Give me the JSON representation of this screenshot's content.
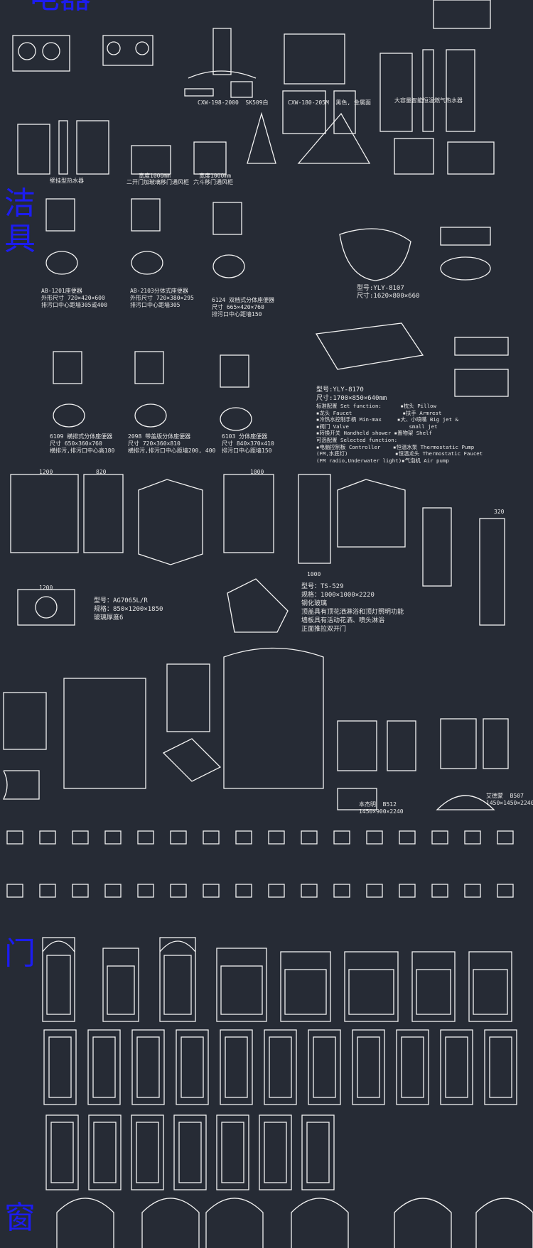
{
  "sections": {
    "appliances": "电器",
    "sanitary": "洁具",
    "doors": "门",
    "windows": "窗"
  },
  "appliances": {
    "hood1": "CXW-198-2000  SK509白",
    "hood2": "CXW-180-205M  黑色, 金属面",
    "water_heater": "大容量智能恒温燃气热水器",
    "wall_heater": "壁挂型热水器",
    "cabinet1_size": "宽度1000mm",
    "cabinet1": "二开门加玻璃移门通风柜",
    "cabinet2_size": "宽度1000mm",
    "cabinet2": "六斗移门通风柜"
  },
  "sanitary": {
    "toilet1": "AB-1201座便器\n外形尺寸 720×420×600\n排污口中心距墙305或400",
    "toilet2": "AB-2103分体式座便器\n外形尺寸 720×380×295\n排污口中心距墙305",
    "toilet3": "6124 双档式分体座便器\n尺寸 665×420×760\n排污口中心距墙150",
    "bath1_model": "型号:YLY-8107",
    "bath1_size": "尺寸:1620×800×660",
    "toilet4": "6109 横排式分体座便器\n尺寸 650×360×760\n横排污,排污口中心高180",
    "toilet5": "2098 带盖版分体座便器\n尺寸 720×360×810\n横排污,排污口中心距墙200, 400",
    "toilet6": "6103 分体座便器\n尺寸 840×370×410\n排污口中心距墙150",
    "bath2_model": "型号:YLY-8170",
    "bath2_size": "尺寸:1700×850×640mm",
    "bath2_features": "标准配置 Set function:      ▪枕头 Pillow\n▪龙头 Faucet                ▪扶手 Armrest\n▪冷热水控制手柄 Min-max     ▪大、小喷嘴 Big jet &\n▪阀门 Valve                   small jet\n▪转换开关 Handheld shower ▪置物架 Shelf\n可选配置 Selected function:\n▪电脑控制板 Controller    ▪恒温水泵 Thermostatic Pump\n(FM,水底灯)               ▪恒温龙头 Thermostatic Faucet\n(FM radio,Underwater light)▪气泡机 Air pump",
    "shower1": "型号：AG7065L/R\n规格：850×1200×1850\n玻璃厚度6",
    "shower2": "型号：TS-529\n规格：1000×1000×2220\n钢化玻璃\n顶盖具有顶花洒淋浴和顶灯照明功能\n墙板具有活动花洒、喷头淋浴\n正面推拉双开门",
    "room1": "本杰明  B512\n1450×900×2240",
    "room2": "艾德蒙  B507\n1450×1450×2240",
    "dims": [
      "1200",
      "820",
      "1000",
      "1000",
      "320",
      "1200"
    ]
  }
}
